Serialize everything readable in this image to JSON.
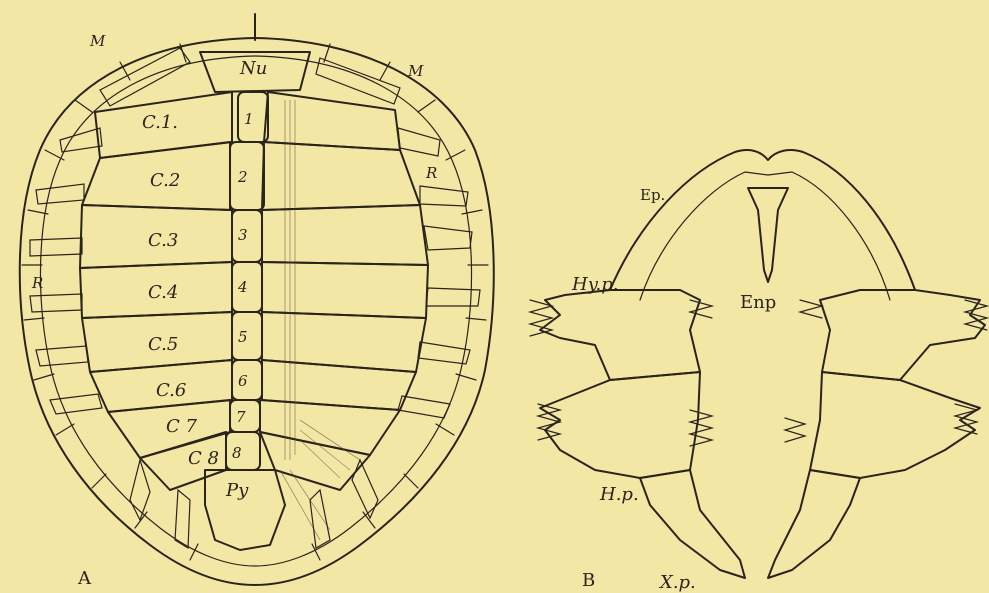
{
  "figure_colors": {
    "paper": "#f3e7a6",
    "ink": "#2a241a"
  },
  "panel_a": {
    "panel_label": "A",
    "nuchal_label": "Nu",
    "marginal_label_left": "M",
    "marginal_label_right": "M",
    "rib_label_left": "R",
    "rib_label_right": "R",
    "costal_labels": [
      "C.1.",
      "C.2",
      "C.3",
      "C.4",
      "C.5",
      "C.6",
      "C 7",
      "C 8"
    ],
    "neural_labels": [
      "1",
      "2",
      "3",
      "4",
      "5",
      "6",
      "7",
      "8"
    ],
    "pygal_label": "Py"
  },
  "panel_b": {
    "panel_label": "B",
    "epiplastron_label": "Ep.",
    "entoplastron_label": "Enp",
    "hyoplastron_label": "Hy.p.",
    "hypoplastron_label": "H.p.",
    "xiphiplastron_label": "X.p."
  }
}
